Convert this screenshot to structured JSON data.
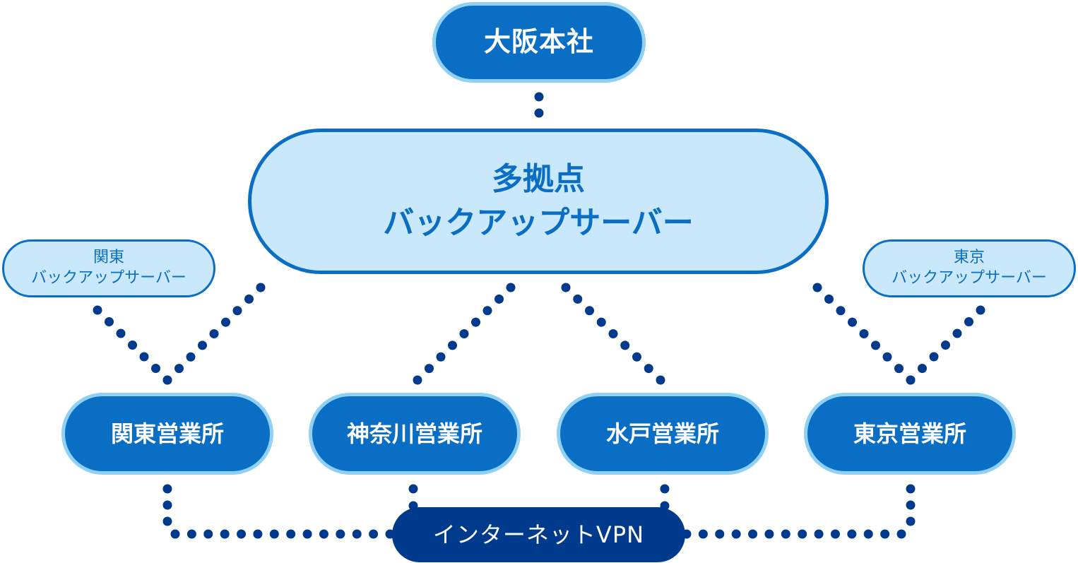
{
  "diagram": {
    "headquarters": {
      "label": "大阪本社"
    },
    "central_server": {
      "line1": "多拠点",
      "line2": "バックアップサーバー"
    },
    "regional_servers": [
      {
        "id": "kanto",
        "line1": "関東",
        "line2": "バックアップサーバー"
      },
      {
        "id": "tokyo",
        "line1": "東京",
        "line2": "バックアップサーバー"
      }
    ],
    "offices": [
      {
        "id": "kanto",
        "label": "関東営業所"
      },
      {
        "id": "kanagawa",
        "label": "神奈川営業所"
      },
      {
        "id": "mito",
        "label": "水戸営業所"
      },
      {
        "id": "tokyo",
        "label": "東京営業所"
      }
    ],
    "network": {
      "label": "インターネットVPN"
    },
    "connections": [
      {
        "from": "headquarters",
        "to": "central_server",
        "style": "dotted"
      },
      {
        "from": "central_server",
        "to": "office-kanto",
        "style": "dotted"
      },
      {
        "from": "backup-kanto",
        "to": "office-kanto",
        "style": "dotted"
      },
      {
        "from": "central_server",
        "to": "office-kanagawa",
        "style": "dotted"
      },
      {
        "from": "central_server",
        "to": "office-mito",
        "style": "dotted"
      },
      {
        "from": "central_server",
        "to": "office-tokyo",
        "style": "dotted"
      },
      {
        "from": "backup-tokyo",
        "to": "office-tokyo",
        "style": "dotted"
      },
      {
        "from": "office-kanto",
        "to": "network",
        "style": "dotted"
      },
      {
        "from": "office-kanagawa",
        "to": "network",
        "style": "dotted"
      },
      {
        "from": "office-mito",
        "to": "network",
        "style": "dotted"
      },
      {
        "from": "office-tokyo",
        "to": "network",
        "style": "dotted"
      }
    ],
    "colors": {
      "primary": "#0a6ec4",
      "light_fill": "#c9e8fb",
      "light_border": "#8fd1f5",
      "dark": "#003a8c",
      "dot": "#003a8c"
    }
  }
}
